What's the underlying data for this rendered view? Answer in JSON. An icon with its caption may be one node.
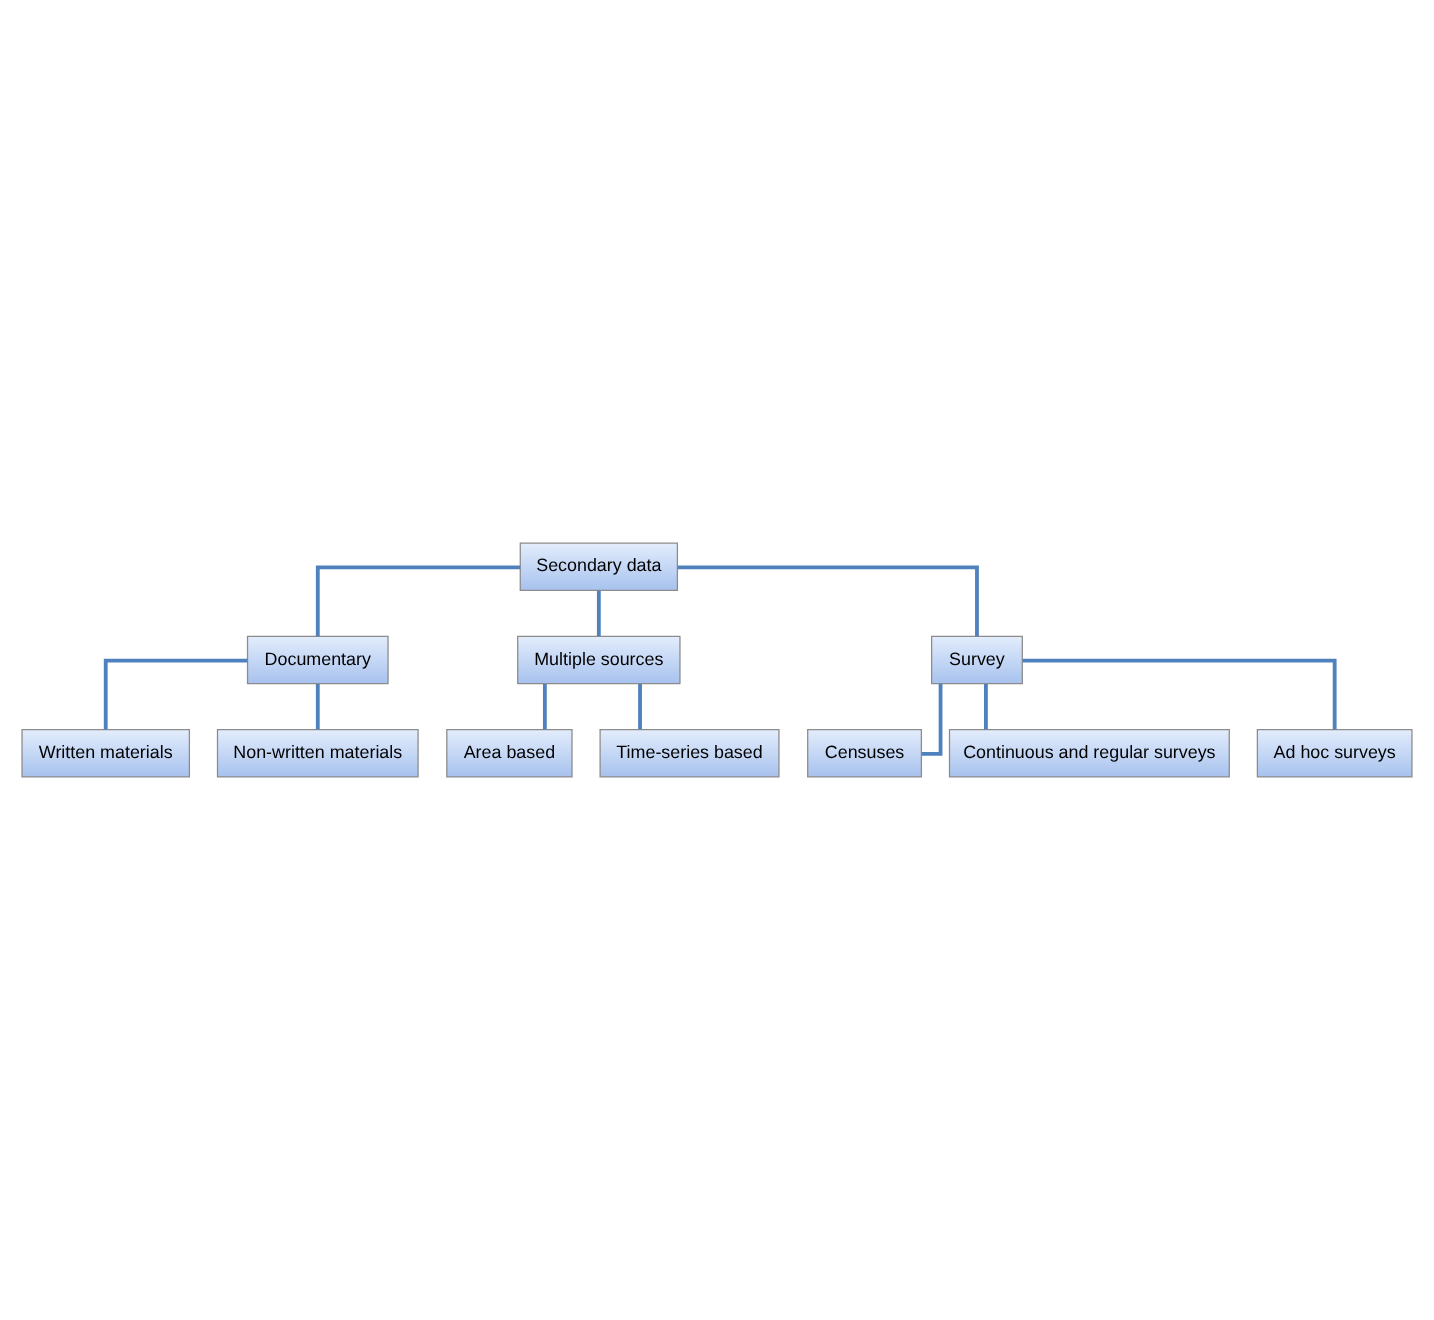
{
  "diagram": {
    "nodes": [
      {
        "text": [
          "Secondary data"
        ]
      },
      {
        "text": [
          "Documentary"
        ]
      },
      {
        "text": [
          "Multiple sources"
        ]
      },
      {
        "text": [
          "Survey"
        ]
      },
      {
        "text": [
          "Written materials"
        ]
      },
      {
        "text": [
          "Non-written materials"
        ]
      },
      {
        "text": [
          "Area based"
        ]
      },
      {
        "text": [
          "Time-series based"
        ]
      },
      {
        "text": [
          "Censuses"
        ]
      },
      {
        "text": [
          "Continuous and regular surveys"
        ]
      },
      {
        "text": [
          "Ad hoc surveys"
        ]
      }
    ],
    "edges": [
      {
        "from": 0,
        "to": 1,
        "arrow": "none"
      },
      {
        "from": 0,
        "to": 2,
        "arrow": "none"
      },
      {
        "from": 0,
        "to": 3,
        "arrow": "none"
      },
      {
        "from": 1,
        "to": 4,
        "arrow": "none"
      },
      {
        "from": 1,
        "to": 5,
        "arrow": "none"
      },
      {
        "from": 2,
        "to": 6,
        "arrow": "none"
      },
      {
        "from": 2,
        "to": 7,
        "arrow": "none"
      },
      {
        "from": 3,
        "to": 8,
        "arrow": "none"
      },
      {
        "from": 3,
        "to": 9,
        "arrow": "none"
      },
      {
        "from": 3,
        "to": 10,
        "arrow": "none"
      }
    ]
  }
}
